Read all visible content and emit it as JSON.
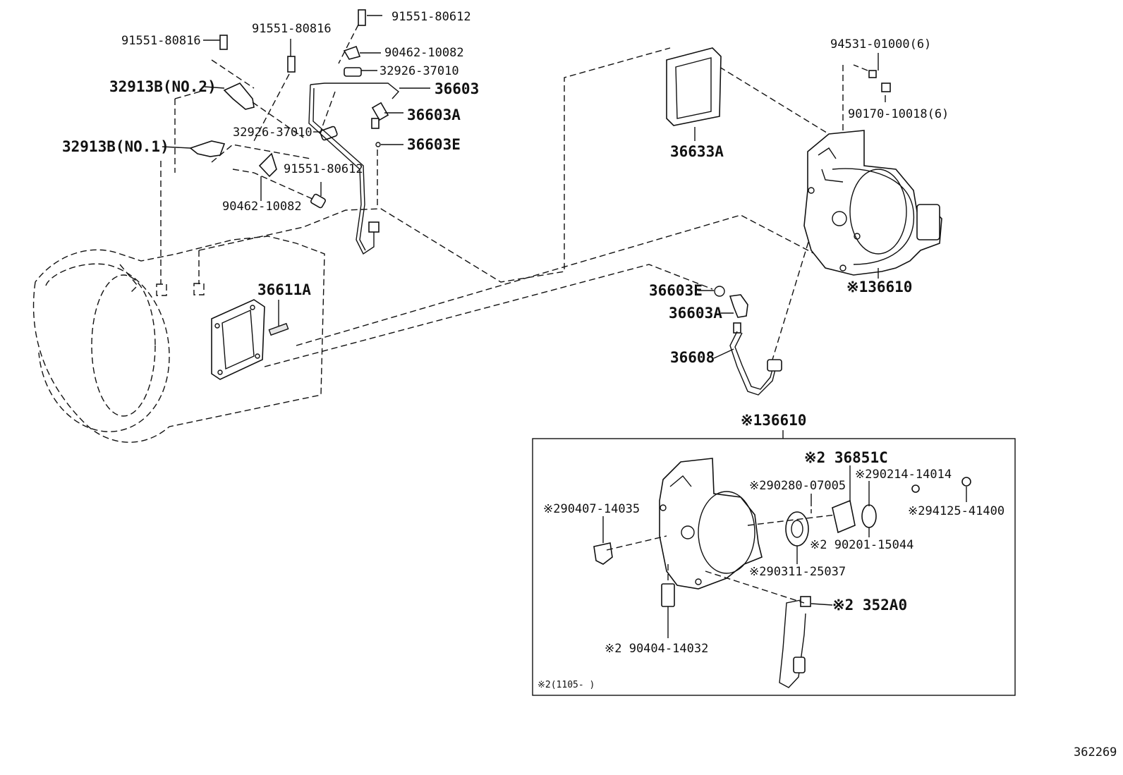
{
  "labels": {
    "l_91551_80816_a": "91551-80816",
    "l_91551_80816_b": "91551-80816",
    "l_91551_80612_a": "91551-80612",
    "l_90462_10082_a": "90462-10082",
    "l_32926_37010_a": "32926-37010",
    "l_36603": "36603",
    "l_36603A_a": "36603A",
    "l_36603E_a": "36603E",
    "l_32913B_no2": "32913B(NO.2)",
    "l_32913B_no1": "32913B(NO.1)",
    "l_32926_37010_b": "32926-37010",
    "l_91551_80612_b": "91551-80612",
    "l_90462_10082_b": "90462-10082",
    "l_36633A": "36633A",
    "l_94531": "94531-01000(6)",
    "l_90170": "90170-10018(6)",
    "l_36610_a": "※136610",
    "l_36611A": "36611A",
    "l_36603E_b": "36603E",
    "l_36603A_b": "36603A",
    "l_36608": "36608",
    "l_36610_b": "※136610",
    "l_36851C": "※2 36851C",
    "l_90214": "※290214-14014",
    "l_90280": "※290280-07005",
    "l_94125": "※294125-41400",
    "l_90407": "※290407-14035",
    "l_90201": "※2 90201-15044",
    "l_90311": "※290311-25037",
    "l_352A0": "※2 352A0",
    "l_90404": "※2 90404-14032",
    "l_note": "※2(1105-      )",
    "l_diagram_id": "362269"
  }
}
